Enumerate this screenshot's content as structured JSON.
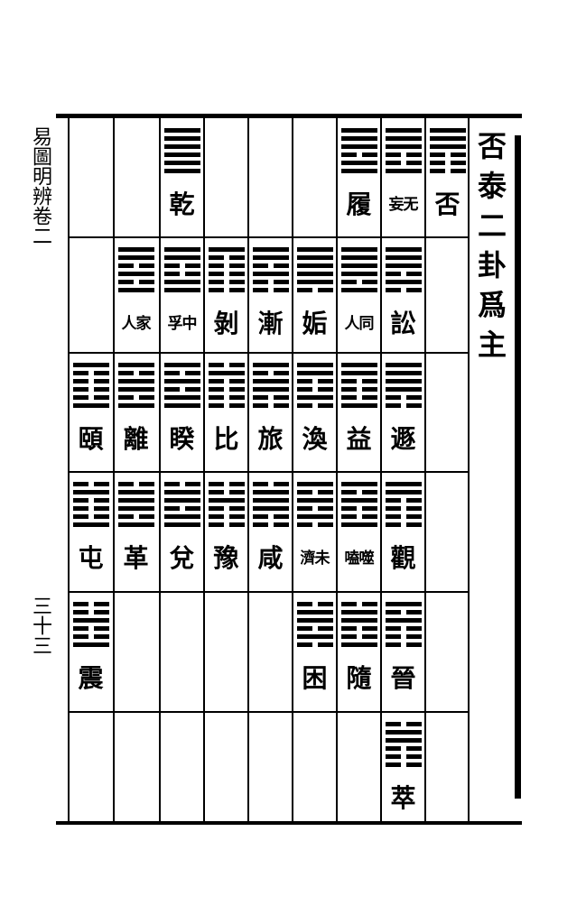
{
  "title": [
    "否",
    "泰",
    "二",
    "卦",
    "爲",
    "主"
  ],
  "margin": {
    "book_title": "易圖明辨卷二",
    "page_number": "三十三"
  },
  "grid": [
    {
      "row": 0,
      "col": 0,
      "name": "否",
      "lines": "111000"
    },
    {
      "row": 0,
      "col": 1,
      "name": "无妄",
      "lines": "111001"
    },
    {
      "row": 0,
      "col": 2,
      "name": "履",
      "lines": "111011"
    },
    {
      "row": 0,
      "col": 6,
      "name": "乾",
      "lines": "111111"
    },
    {
      "row": 1,
      "col": 1,
      "name": "訟",
      "lines": "111010"
    },
    {
      "row": 1,
      "col": 2,
      "name": "同人",
      "lines": "111101"
    },
    {
      "row": 1,
      "col": 3,
      "name": "姤",
      "lines": "111110"
    },
    {
      "row": 1,
      "col": 4,
      "name": "漸",
      "lines": "110100"
    },
    {
      "row": 1,
      "col": 5,
      "name": "剝",
      "lines": "100000"
    },
    {
      "row": 1,
      "col": 6,
      "name": "中孚",
      "lines": "110011"
    },
    {
      "row": 1,
      "col": 7,
      "name": "家人",
      "lines": "110101"
    },
    {
      "row": 2,
      "col": 1,
      "name": "遯",
      "lines": "111100"
    },
    {
      "row": 2,
      "col": 2,
      "name": "益",
      "lines": "110001"
    },
    {
      "row": 2,
      "col": 3,
      "name": "渙",
      "lines": "110010"
    },
    {
      "row": 2,
      "col": 4,
      "name": "旅",
      "lines": "101100"
    },
    {
      "row": 2,
      "col": 5,
      "name": "比",
      "lines": "010000"
    },
    {
      "row": 2,
      "col": 6,
      "name": "睽",
      "lines": "101011"
    },
    {
      "row": 2,
      "col": 7,
      "name": "離",
      "lines": "101101"
    },
    {
      "row": 2,
      "col": 8,
      "name": "頤",
      "lines": "100001"
    },
    {
      "row": 3,
      "col": 1,
      "name": "觀",
      "lines": "110000"
    },
    {
      "row": 3,
      "col": 2,
      "name": "噬嗑",
      "lines": "101001"
    },
    {
      "row": 3,
      "col": 3,
      "name": "未濟",
      "lines": "101010"
    },
    {
      "row": 3,
      "col": 4,
      "name": "咸",
      "lines": "011100"
    },
    {
      "row": 3,
      "col": 5,
      "name": "豫",
      "lines": "001000"
    },
    {
      "row": 3,
      "col": 6,
      "name": "兌",
      "lines": "011011"
    },
    {
      "row": 3,
      "col": 7,
      "name": "革",
      "lines": "011101"
    },
    {
      "row": 3,
      "col": 8,
      "name": "屯",
      "lines": "010001"
    },
    {
      "row": 4,
      "col": 1,
      "name": "晉",
      "lines": "101000"
    },
    {
      "row": 4,
      "col": 2,
      "name": "隨",
      "lines": "011001"
    },
    {
      "row": 4,
      "col": 3,
      "name": "困",
      "lines": "011010"
    },
    {
      "row": 4,
      "col": 8,
      "name": "震",
      "lines": "001001"
    },
    {
      "row": 5,
      "col": 1,
      "name": "萃",
      "lines": "011000"
    }
  ]
}
